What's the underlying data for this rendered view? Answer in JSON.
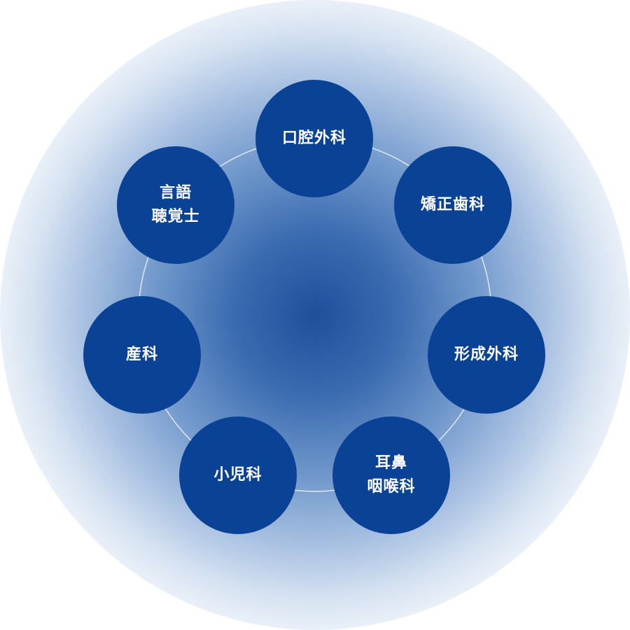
{
  "colors": {
    "node_fill": "#0a4396",
    "center_glow": "#1f4f9c",
    "ring_line": "#dfe8f4",
    "text": "#ffffff"
  },
  "nodes": [
    {
      "lines": [
        "口腔外科"
      ]
    },
    {
      "lines": [
        "矯正歯科"
      ]
    },
    {
      "lines": [
        "形成外科"
      ]
    },
    {
      "lines": [
        "耳鼻",
        "咽喉科"
      ]
    },
    {
      "lines": [
        "小児科"
      ]
    },
    {
      "lines": [
        "産科"
      ]
    },
    {
      "lines": [
        "言語",
        "聴覚士"
      ]
    }
  ]
}
